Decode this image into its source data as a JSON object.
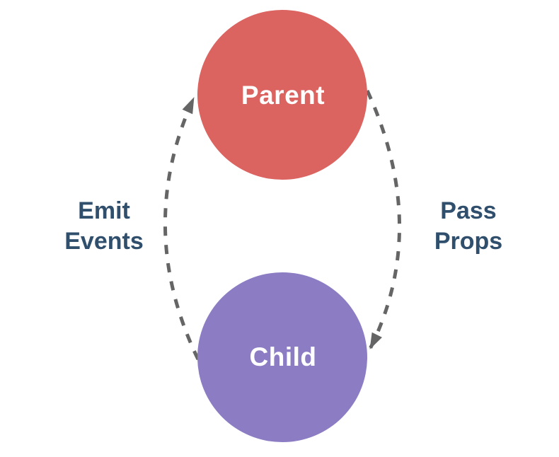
{
  "colors": {
    "background": "#ffffff",
    "parent_node": "#DB6360",
    "child_node": "#8C7CC3",
    "node_text": "#ffffff",
    "edge_label_text": "#304F6D",
    "arrow": "#656565"
  },
  "nodes": {
    "parent": {
      "label": "Parent"
    },
    "child": {
      "label": "Child"
    }
  },
  "edges": {
    "emit_events": {
      "label": "Emit\nEvents",
      "from": "Child",
      "to": "Parent",
      "style": "dashed"
    },
    "pass_props": {
      "label": "Pass\nProps",
      "from": "Parent",
      "to": "Child",
      "style": "dashed"
    }
  }
}
